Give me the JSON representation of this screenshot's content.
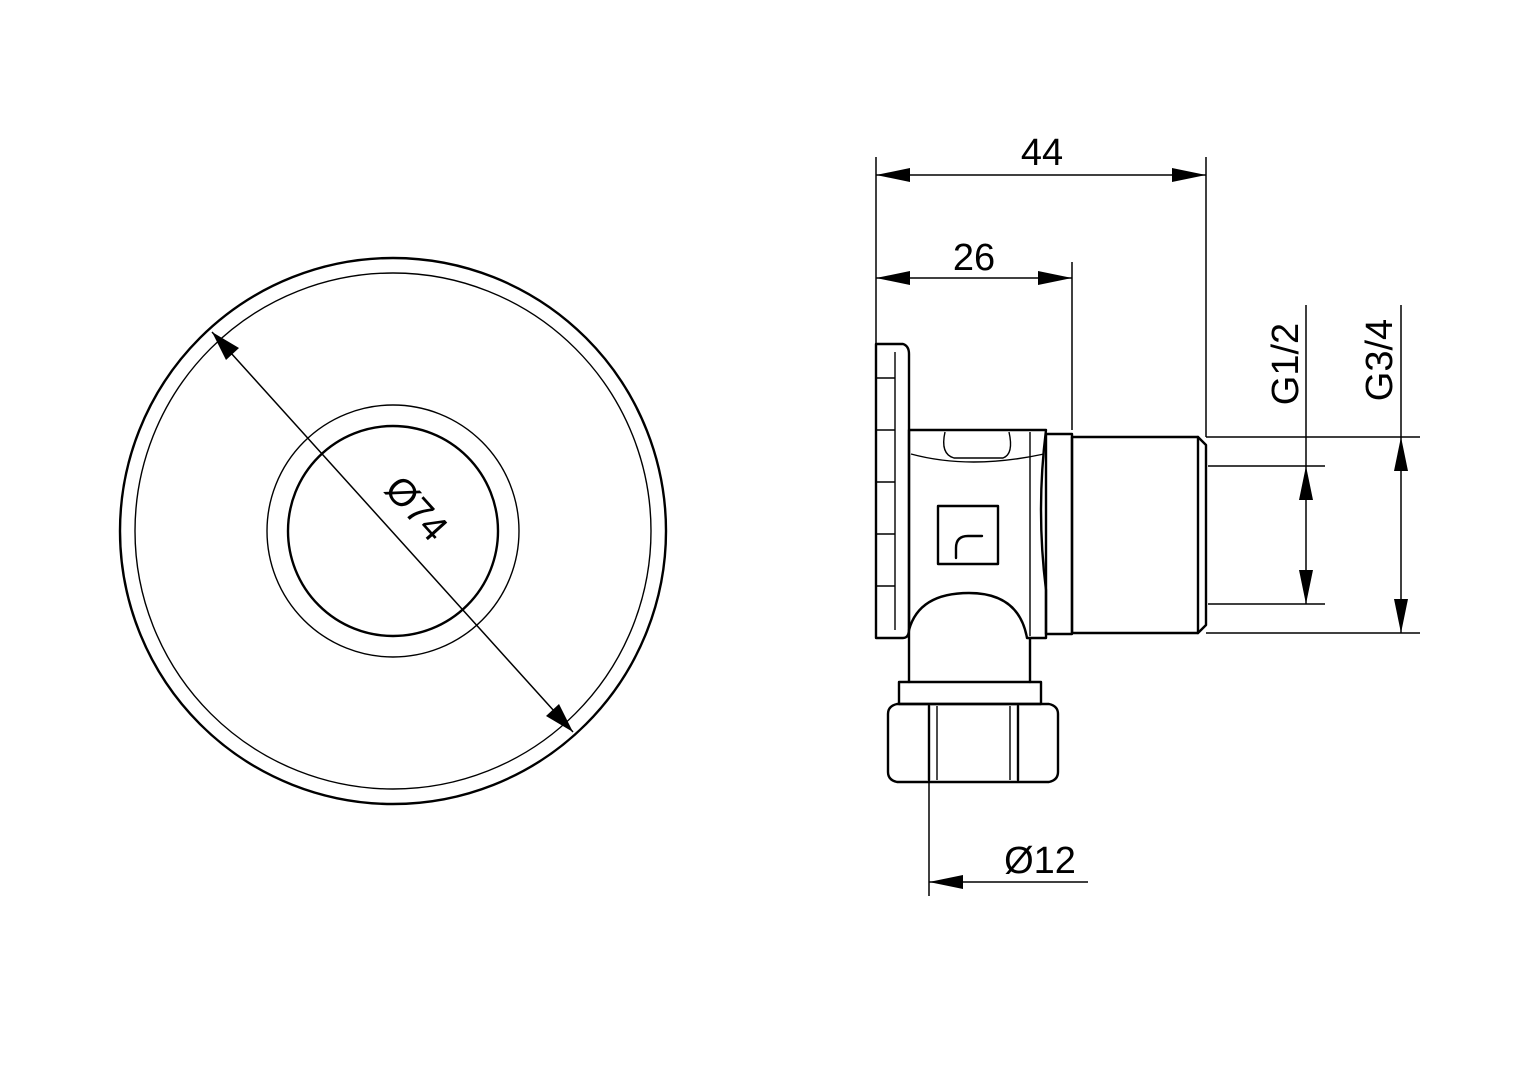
{
  "dimensions": {
    "overall_depth": "44",
    "rosette_depth": "26",
    "rosette_diameter": "Ø74",
    "thread_inner": "G1/2",
    "thread_outer": "G3/4",
    "outlet_diameter": "Ø12"
  },
  "colors": {
    "line": "#000000",
    "background": "#ffffff"
  },
  "icons": {
    "brand_mark": "faucet-logo-icon"
  }
}
